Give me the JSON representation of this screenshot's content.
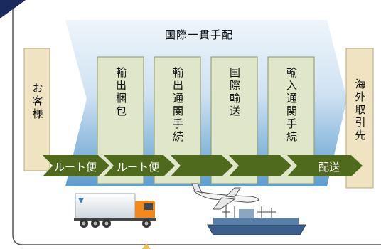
{
  "title": "国際一貫手配",
  "left_box": "お客様",
  "right_box": "海外取引先",
  "process_steps": [
    "輸出梱包",
    "輸出通関手続",
    "国際輸送",
    "輸入通関手続"
  ],
  "arrow_labels": [
    "ルート便",
    "ルート便",
    "配送"
  ],
  "colors": {
    "arrow": "#4f6a1c",
    "box_fill": "#dfe6c9",
    "box_stroke": "#8a9a60",
    "side_box_fill": "#efe3c2",
    "panel_top": "#e3eef8",
    "panel_bottom": "#6fa8d6",
    "frame": "#555555",
    "corner_marker": "#1b2a5e",
    "truck_cab": "#f08a1e"
  },
  "icons": [
    "triangle-marker-icon",
    "truck-icon",
    "airplane-icon",
    "ship-icon",
    "small-triangle-icon"
  ]
}
